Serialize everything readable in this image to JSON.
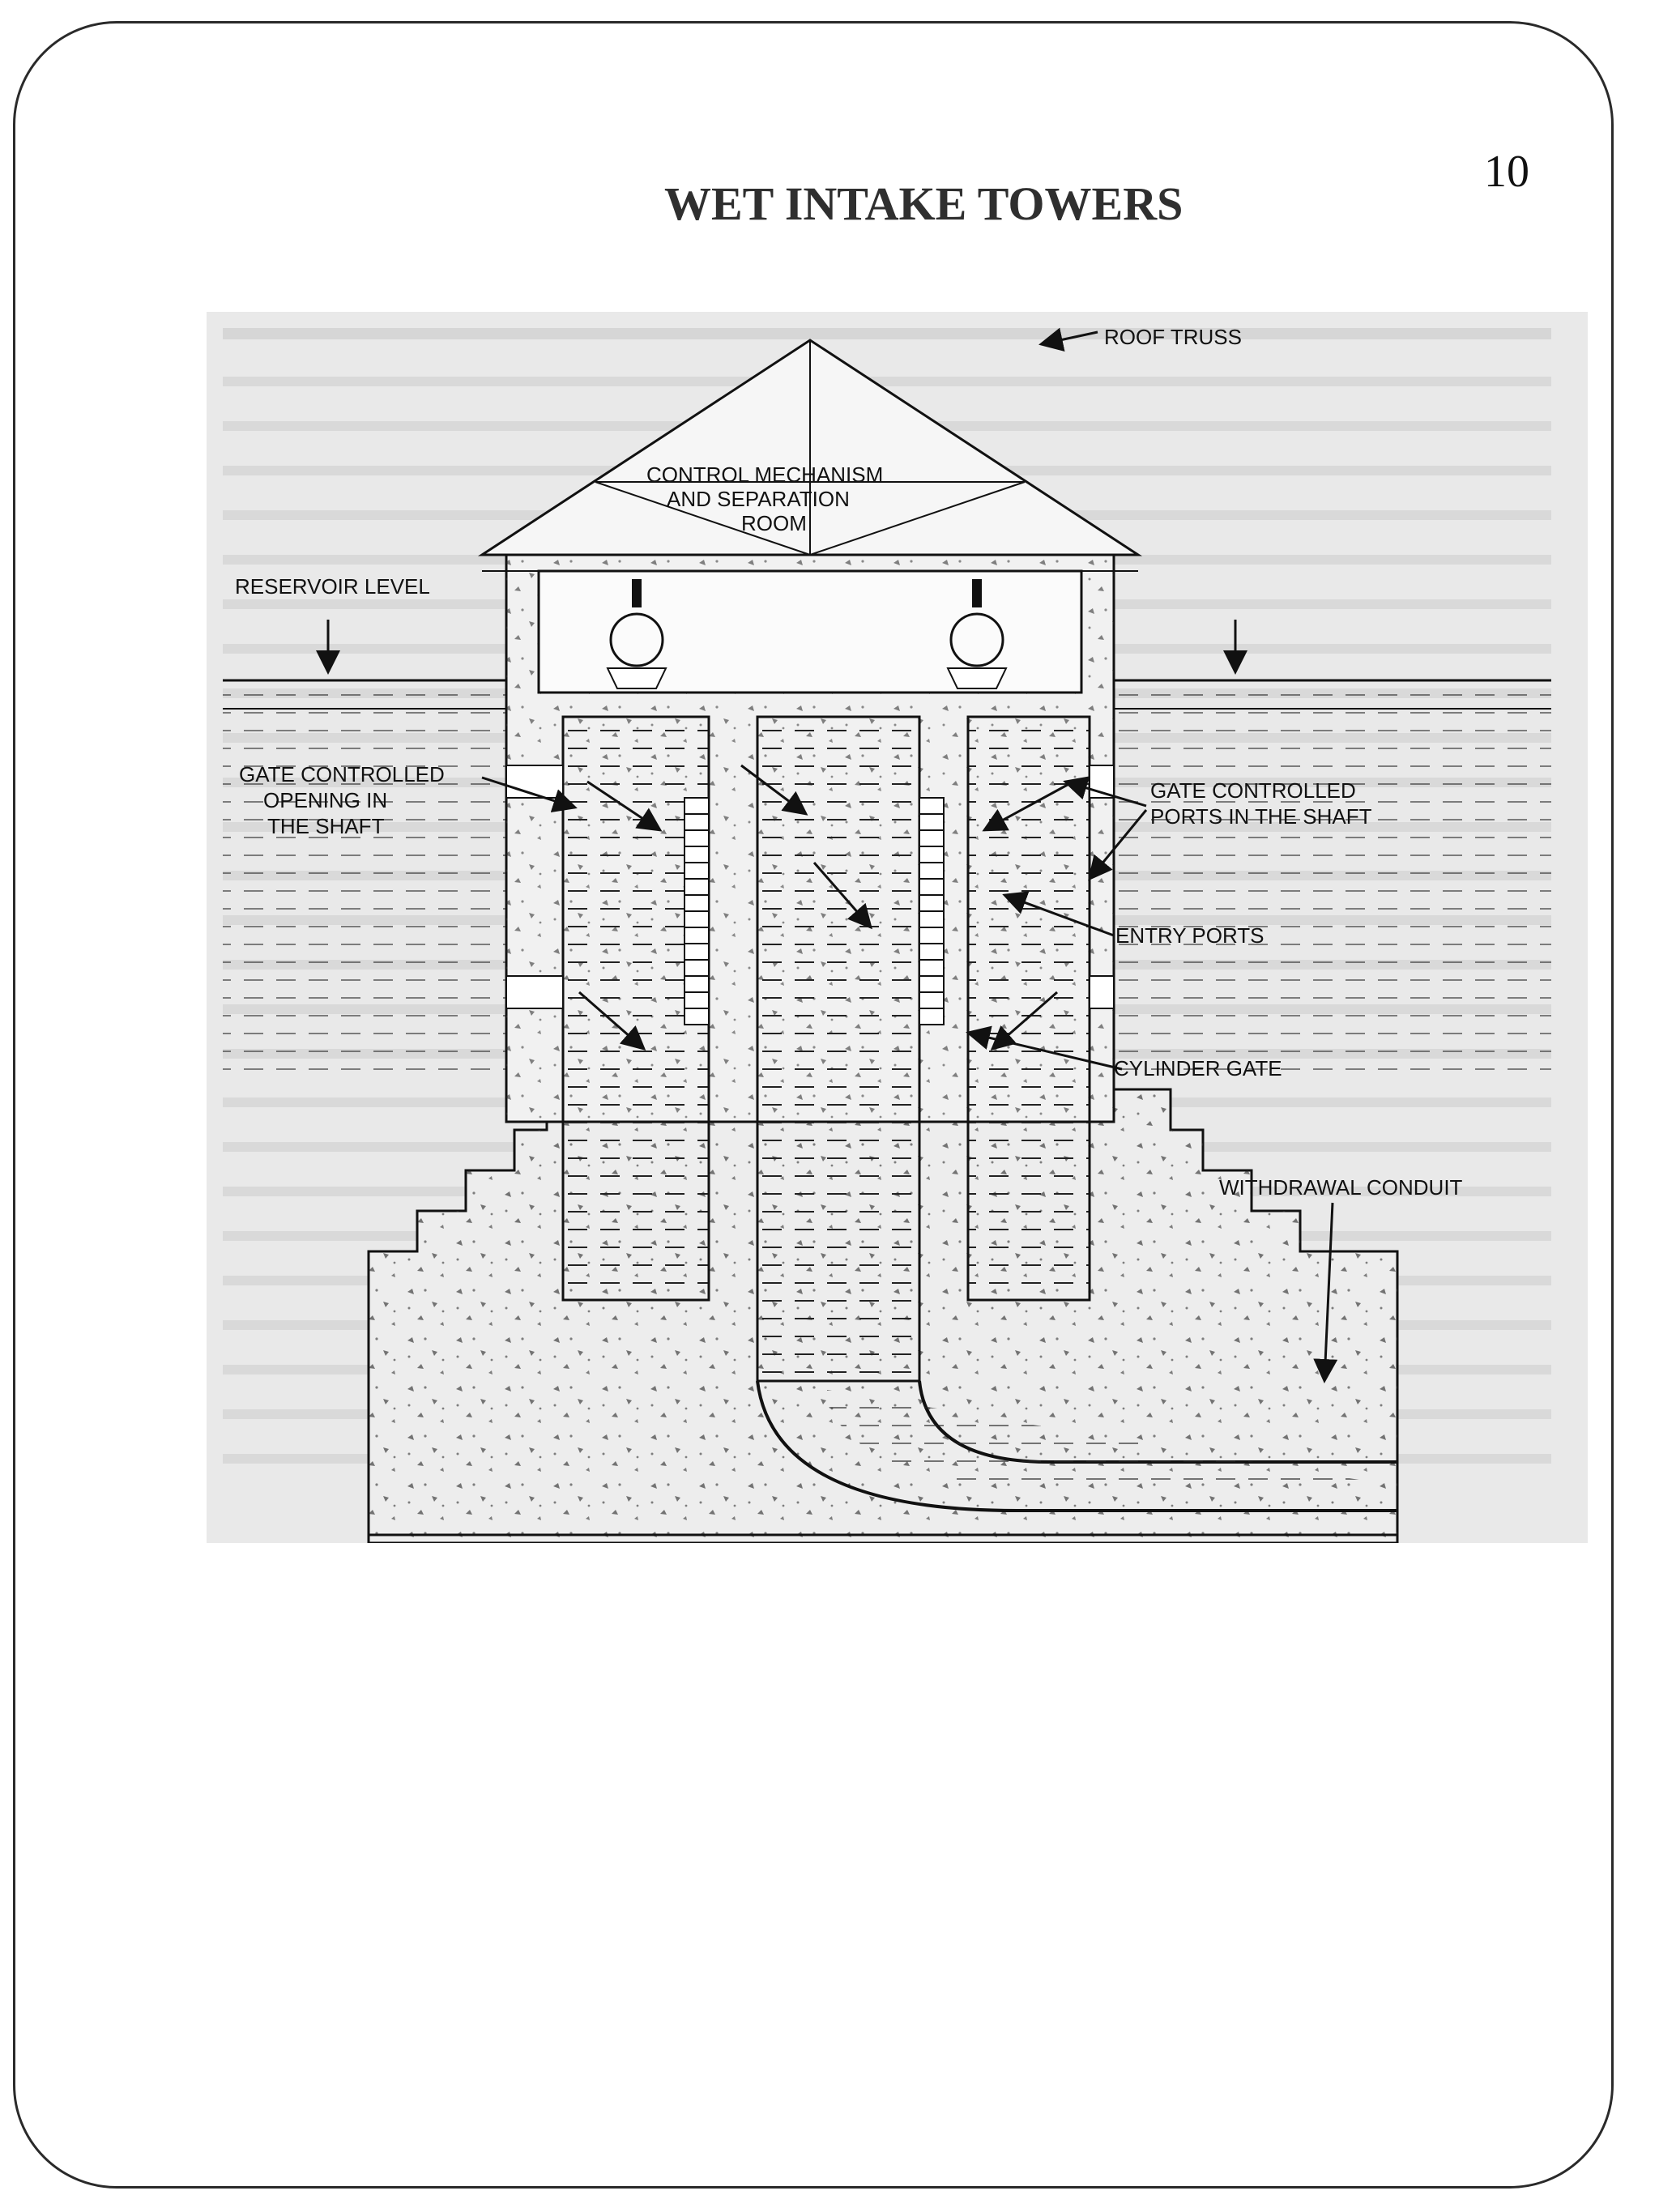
{
  "page_number": "10",
  "title": "WET INTAKE TOWERS",
  "labels": {
    "roof_truss": "ROOF TRUSS",
    "control_line1": "CONTROL MECHANISM",
    "control_line2": "AND SEPARATION",
    "control_line3": "ROOM",
    "reservoir_level": "RESERVOIR LEVEL",
    "gate_opening_line1": "GATE CONTROLLED",
    "gate_opening_line2": "OPENING IN",
    "gate_opening_line3": "THE SHAFT",
    "gate_ports_line1": "GATE CONTROLLED",
    "gate_ports_line2": "PORTS IN THE SHAFT",
    "entry_ports": "ENTRY PORTS",
    "cylinder_gate": "CYLINDER GATE",
    "withdrawal_conduit": "WITHDRAWAL CONDUIT"
  }
}
